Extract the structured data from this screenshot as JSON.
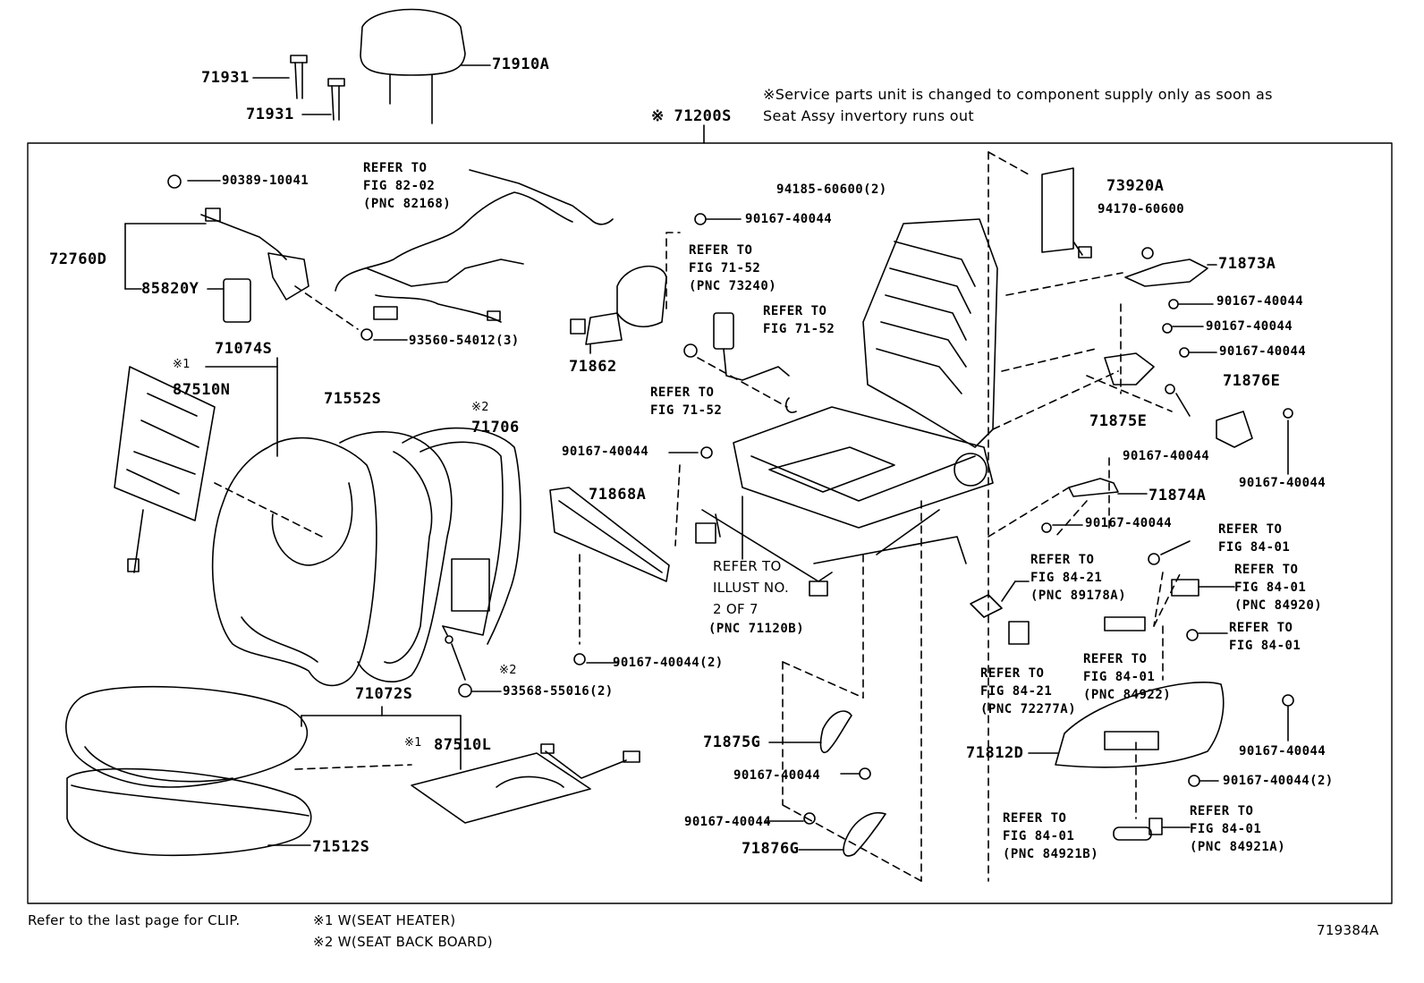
{
  "diagram": {
    "assembly_label": "※ 71200S",
    "service_note": "※Service parts unit is changed to component supply only as soon as\nSeat Assy invertory runs out",
    "illustration_id": "719384A",
    "footer": {
      "clip_note": "Refer to the last page for CLIP.",
      "legend_1": "※1 W(SEAT HEATER)",
      "legend_2": "※2 W(SEAT BACK BOARD)"
    },
    "parts": {
      "p71910A": "71910A",
      "p71931_a": "71931",
      "p71931_b": "71931",
      "p90389": "90389-10041",
      "p72760D": "72760D",
      "p85820Y": "85820Y",
      "p93560": "93560-54012(3)",
      "p71074S": "71074S",
      "p87510N": "87510N",
      "p71552S": "71552S",
      "p71706": "71706",
      "p71072S": "71072S",
      "p87510L": "87510L",
      "p71512S": "71512S",
      "p93568": "93568-55016(2)",
      "p71862": "71862",
      "p90167_a": "90167-40044",
      "p94185": "94185-60600(2)",
      "p90167_b": "90167-40044",
      "p71868A": "71868A",
      "p90167_c": "90167-40044(2)",
      "p73920A": "73920A",
      "p94170": "94170-60600",
      "p71873A": "71873A",
      "p90167_d": "90167-40044",
      "p90167_e": "90167-40044",
      "p90167_f": "90167-40044",
      "p71876E": "71876E",
      "p71875E": "71875E",
      "p90167_g": "90167-40044",
      "p90167_h": "90167-40044",
      "p71874A": "71874A",
      "p90167_i": "90167-40044",
      "p71875G": "71875G",
      "p90167_j": "90167-40044",
      "p90167_k": "90167-40044",
      "p71876G": "71876G",
      "p71812D": "71812D",
      "p90167_l": "90167-40044",
      "p90167_m": "90167-40044(2)"
    },
    "marks": {
      "x1_top": "※1",
      "x2_top": "※2",
      "x2_bottom": "※2",
      "x1_bottom": "※1"
    },
    "refs": {
      "r82_02": "REFER TO\nFIG 82-02\n(PNC 82168)",
      "r71_52_a": "REFER TO\nFIG 71-52\n(PNC 73240)",
      "r71_52_b": "REFER TO\nFIG 71-52",
      "r71_52_c": "REFER TO\nFIG 71-52",
      "r_illust": "REFER TO\nILLUST NO.\n2 OF 7",
      "r_illust_pnc": "(PNC 71120B)",
      "r84_01_a": "REFER TO\nFIG 84-01",
      "r84_21_a": "REFER TO\nFIG 84-21\n(PNC 89178A)",
      "r84_01_b": "REFER TO\nFIG 84-01\n(PNC 84920)",
      "r84_01_c": "REFER TO\nFIG 84-01",
      "r84_21_b": "REFER TO\nFIG 84-21\n(PNC 72277A)",
      "r84_01_d": "REFER TO\nFIG 84-01\n(PNC 84922)",
      "r84_01_e": "REFER TO\nFIG 84-01\n(PNC 84921B)",
      "r84_01_f": "REFER TO\nFIG 84-01\n(PNC 84921A)"
    }
  }
}
